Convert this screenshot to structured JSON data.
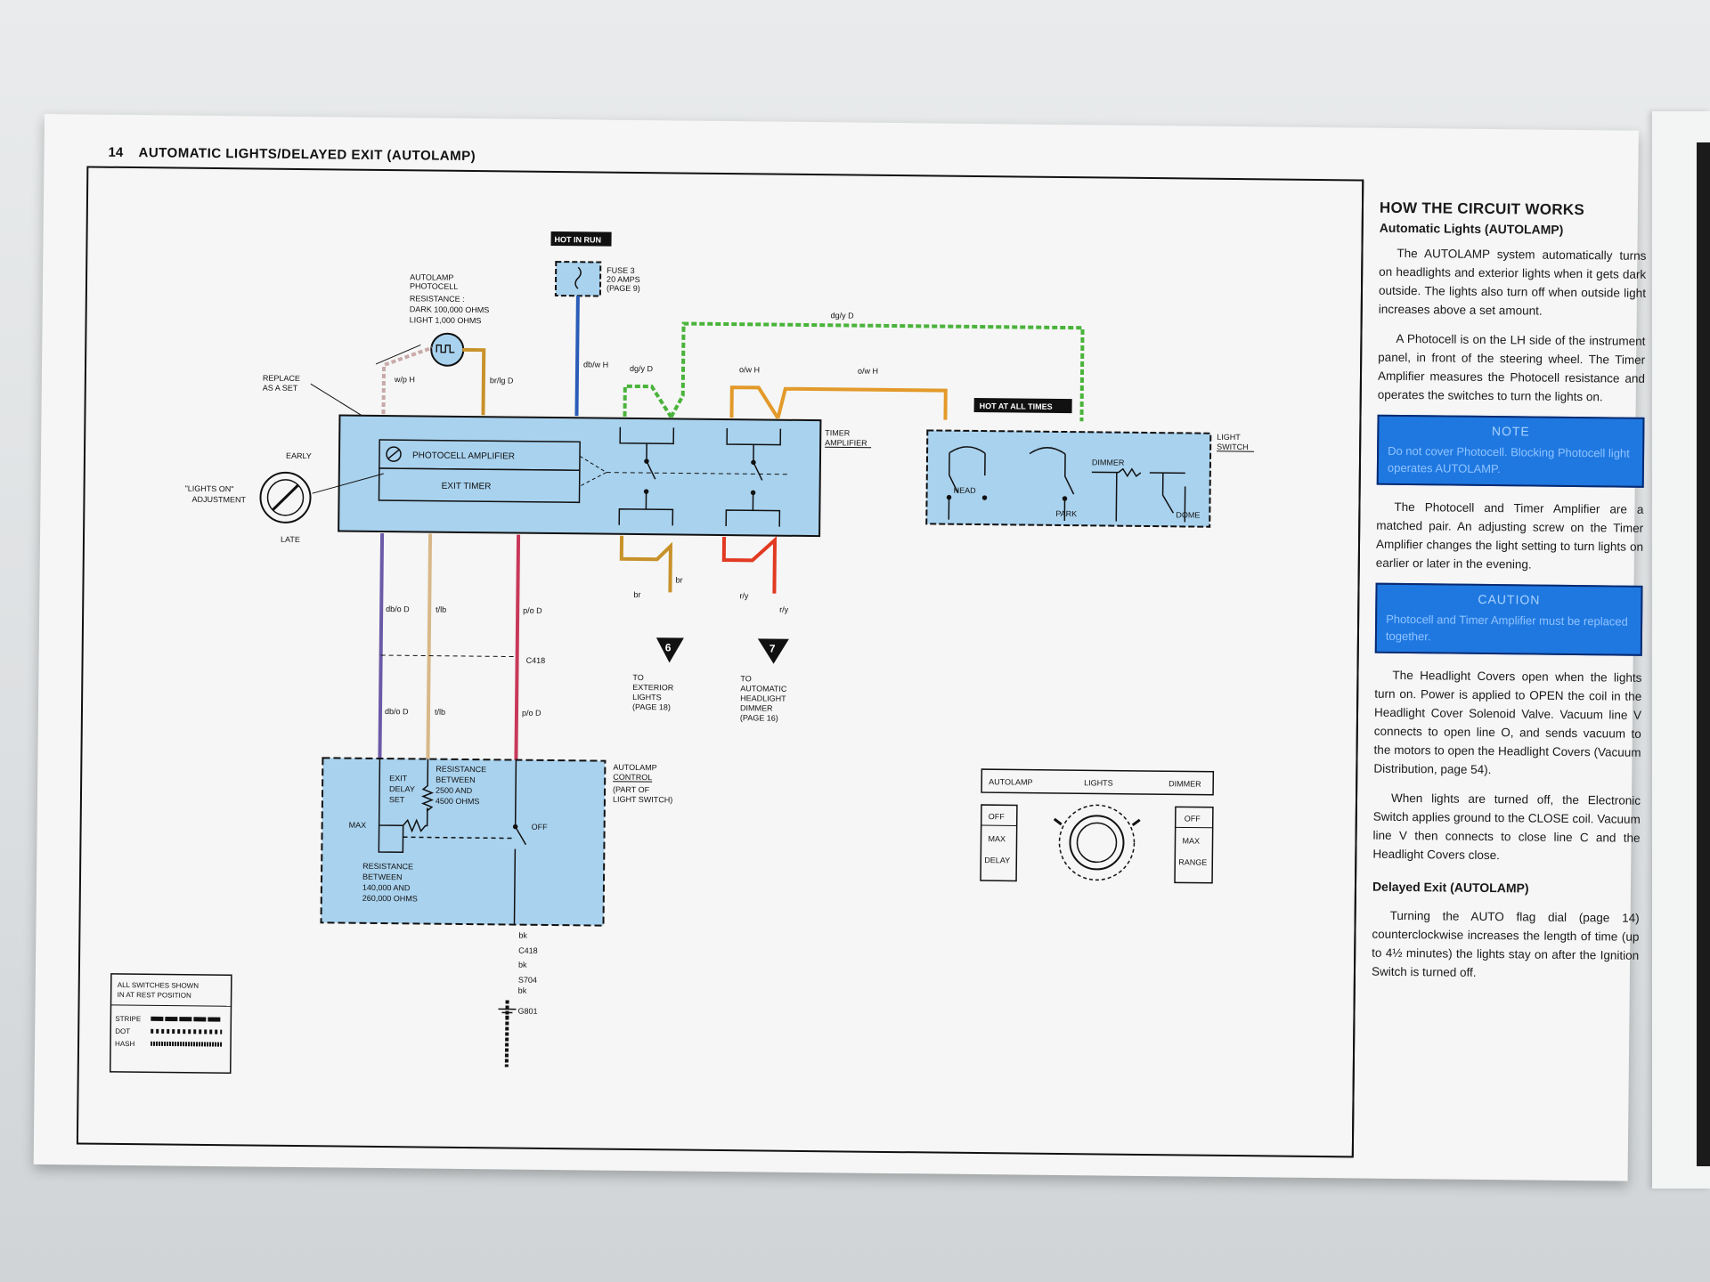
{
  "header": {
    "page_number": "14",
    "title": "AUTOMATIC LIGHTS/DELAYED EXIT (AUTOLAMP)"
  },
  "diagram": {
    "hot_in_run": "HOT IN RUN",
    "fuse": [
      "FUSE 3",
      "20 AMPS",
      "(PAGE 9)"
    ],
    "photocell": [
      "AUTOLAMP",
      "PHOTOCELL",
      "RESISTANCE :",
      "DARK  100,000 OHMS",
      "LIGHT    1,000 OHMS"
    ],
    "replace": [
      "REPLACE",
      "AS A SET"
    ],
    "lights_on_adj": [
      "\"LIGHTS ON\"",
      "ADJUSTMENT"
    ],
    "early": "EARLY",
    "late": "LATE",
    "photocell_amp": "PHOTOCELL AMPLIFIER",
    "exit_timer": "EXIT TIMER",
    "timer_amp": [
      "TIMER",
      "AMPLIFIER"
    ],
    "hot_at_all_times": "HOT AT ALL TIMES",
    "light_switch": [
      "LIGHT",
      "SWITCH"
    ],
    "dimmer": "DIMMER",
    "head": "HEAD",
    "park": "PARK",
    "dome": "DOME",
    "wires": {
      "wp_h": "w/p H",
      "br_lg": "br/lg D",
      "db_w": "db/w H",
      "dg_y_1": "dg/y D",
      "dg_y_2": "dg/y D",
      "o_w_1": "o/w H",
      "o_w_2": "o/w H",
      "db_o_1": "db/o D",
      "t_lb_1": "t/lb",
      "p_o_1": "p/o D",
      "db_o_2": "db/o D",
      "t_lb_2": "t/lb",
      "p_o_2": "p/o D",
      "br_1": "br",
      "br_2": "br",
      "r_y_1": "r/y",
      "r_y_2": "r/y",
      "bk_1": "bk",
      "bk_2": "bk",
      "bk_3": "bk"
    },
    "connectors": {
      "c418_a": "C418",
      "c418_b": "C418",
      "s704": "S704",
      "g801": "G801"
    },
    "exterior": {
      "num": "6",
      "text": [
        "TO",
        "EXTERIOR",
        "LIGHTS",
        "(PAGE 18)"
      ]
    },
    "headlight": {
      "num": "7",
      "text": [
        "TO",
        "AUTOMATIC",
        "HEADLIGHT",
        "DIMMER",
        "(PAGE  16)"
      ]
    },
    "control": [
      "AUTOLAMP",
      "CONTROL",
      "(PART OF",
      "LIGHT SWITCH)"
    ],
    "exit_delay": [
      "EXIT",
      "DELAY",
      "SET"
    ],
    "res_between": [
      "RESISTANCE",
      "BETWEEN",
      "2500 AND",
      "4500 OHMS"
    ],
    "res_between_2": [
      "RESISTANCE",
      "BETWEEN",
      "140,000 AND",
      "260,000 OHMS"
    ],
    "max": "MAX",
    "off": "OFF",
    "legend": {
      "title": [
        "ALL SWITCHES SHOWN",
        "IN  AT REST  POSITION"
      ],
      "items": [
        "STRIPE",
        "DOT",
        "HASH"
      ]
    },
    "panel": {
      "labels": [
        "AUTOLAMP",
        "LIGHTS",
        "DIMMER"
      ],
      "left": [
        "OFF",
        "MAX",
        "DELAY"
      ],
      "right": [
        "OFF",
        "MAX",
        "RANGE"
      ]
    }
  },
  "sidebar": {
    "heading": "HOW THE CIRCUIT WORKS",
    "subheading": "Automatic Lights (AUTOLAMP)",
    "p1": "The AUTOLAMP system automatically turns on headlights and exterior lights when it gets dark outside. The lights also turn off when outside light increases above a set amount.",
    "p2": "A Photocell is on the LH side of the instrument panel, in front of the steering wheel. The Timer Amplifier measures the Photocell resistance and operates the switches to turn the lights on.",
    "note_title": "NOTE",
    "note_text": "Do not cover Photocell. Blocking Photocell light operates AUTOLAMP.",
    "p3": "The Photocell and Timer Amplifier are a matched pair. An adjusting screw on the Timer Amplifier changes the light setting to turn lights on earlier or later in the evening.",
    "caution_title": "CAUTION",
    "caution_text": "Photocell and Timer Amplifier must be replaced together.",
    "p4": "The Headlight Covers open when the lights turn on. Power is applied to OPEN the coil in the Headlight Cover Solenoid Valve. Vacuum line V connects to open line O, and sends vacuum to the motors to open the Headlight Covers (Vacuum Distribution, page 54).",
    "p5": "When lights are turned off, the Electronic Switch applies ground to the CLOSE coil. Vacuum line V then connects to close line C and the Headlight Covers close.",
    "sub2": "Delayed Exit (AUTOLAMP)",
    "p6": "Turning the AUTO flag dial (page 14) counterclockwise increases the length of time (up to 4½ minutes) the lights stay on after the Ignition Switch is turned off."
  }
}
